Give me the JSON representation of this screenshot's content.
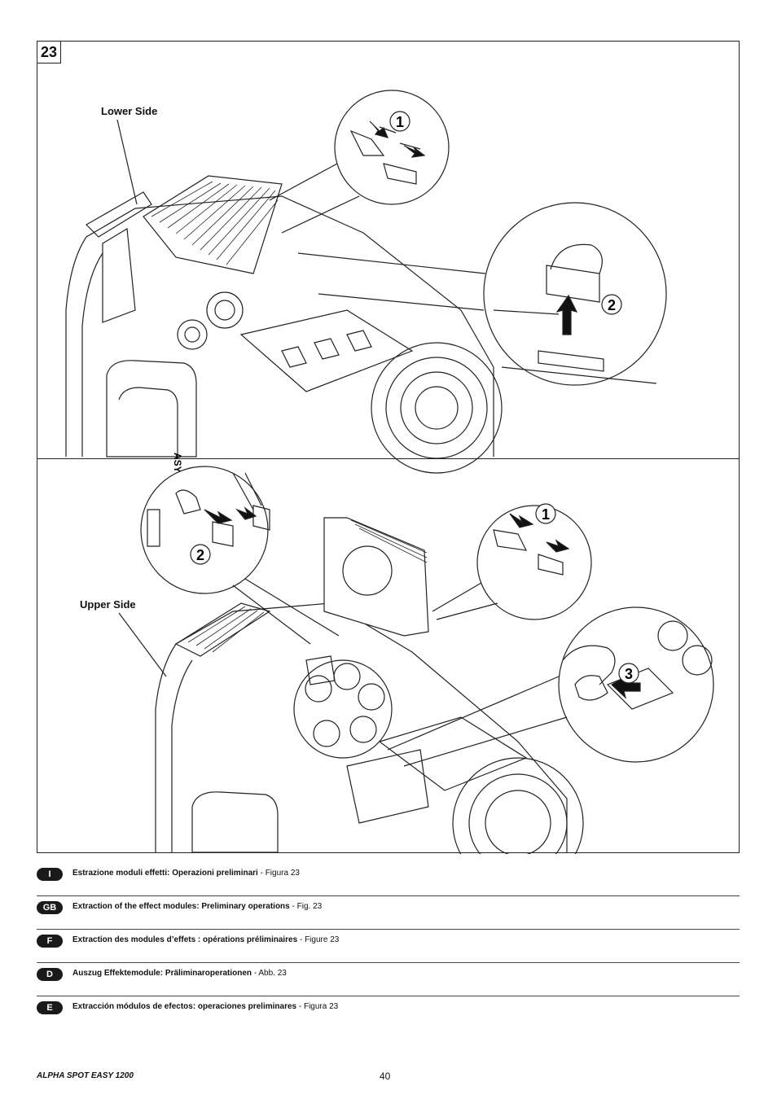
{
  "figure": {
    "number": "23",
    "lower_label": "Lower Side",
    "upper_label": "Upper Side",
    "callouts_top": [
      "1",
      "2"
    ],
    "callouts_bottom": [
      "1",
      "2",
      "3"
    ],
    "device_text": "ASY"
  },
  "captions": [
    {
      "lang": "I",
      "title": "Estrazione moduli effetti: Operazioni preliminari",
      "ref": " - Figura 23"
    },
    {
      "lang": "GB",
      "title": "Extraction of the effect modules: Preliminary operations",
      "ref": " - Fig. 23"
    },
    {
      "lang": "F",
      "title": "Extraction des modules d’effets : opérations préliminaires",
      "ref": " - Figure 23"
    },
    {
      "lang": "D",
      "title": "Auszug Effektemodule: Präliminaroperationen",
      "ref": " - Abb. 23"
    },
    {
      "lang": "E",
      "title": "Extracción módulos de efectos: operaciones preliminares",
      "ref": " - Figura 23"
    }
  ],
  "footer": {
    "product": "ALPHA SPOT EASY 1200",
    "page": "40"
  }
}
